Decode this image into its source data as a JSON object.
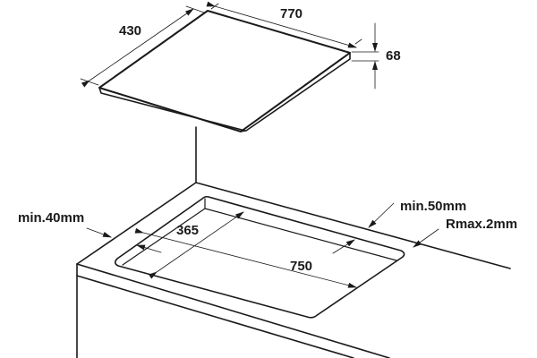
{
  "diagram": {
    "subject": "Built-in cooktop installation cutout",
    "stroke_color": "#1a1a1a",
    "background": "#ffffff"
  },
  "cooktop": {
    "width_label": "770",
    "depth_label": "430",
    "height_label": "68"
  },
  "cutout": {
    "width_label": "750",
    "depth_label": "365",
    "front_clearance_label": "min.40mm",
    "back_clearance_label": "min.50mm",
    "corner_radius_label": "Rmax.2mm"
  }
}
